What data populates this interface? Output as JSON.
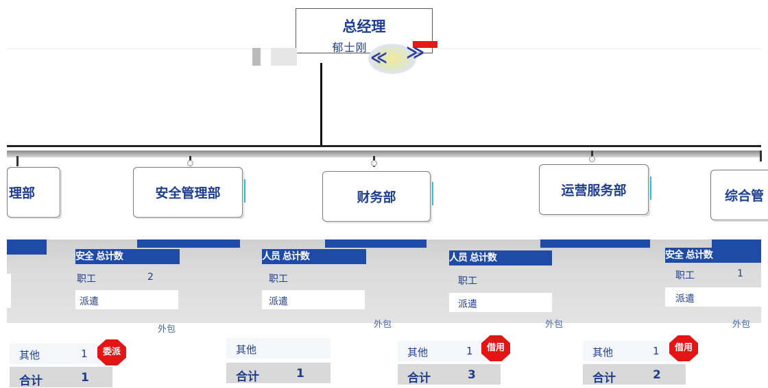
{
  "general_manager": {
    "title": "总经理",
    "subtitle": "郁士刚",
    "badge_glyph": "≫",
    "badge_glyph_left": "≪"
  },
  "departments": [
    {
      "name": "理部"
    },
    {
      "name": "安全管理部"
    },
    {
      "name": "财务部"
    },
    {
      "name": "运营服务部"
    },
    {
      "name": "综合管"
    }
  ],
  "band": {
    "staff_label": "职工",
    "dispatch_label": "派遣",
    "outsource_label": "外包",
    "columns": [
      {
        "staff_label": "职工",
        "staff_value": "2",
        "dispatch_label": "派遣",
        "blue_text": "安全   总计数"
      },
      {
        "staff_label": "职工",
        "staff_value": "",
        "dispatch_label": "派遣",
        "blue_text": "人员   总计数"
      },
      {
        "staff_label": "职工",
        "staff_value": "",
        "dispatch_label": "派遣",
        "blue_text": "人员   总计数"
      },
      {
        "staff_label": "职工",
        "staff_value": "1",
        "dispatch_label": "派遣",
        "blue_text": "安全   总计数"
      }
    ]
  },
  "cards": [
    {
      "other_label": "其他",
      "other_value": "1",
      "total_label": "合计",
      "total_value": "1",
      "badge": "委派"
    },
    {
      "other_label": "其他",
      "other_value": "",
      "total_label": "合计",
      "total_value": "1",
      "badge": ""
    },
    {
      "other_label": "其他",
      "other_value": "1",
      "total_label": "合计",
      "total_value": "3",
      "badge": "借用"
    },
    {
      "other_label": "其他",
      "other_value": "1",
      "total_label": "合计",
      "total_value": "2",
      "badge": "借用"
    }
  ],
  "colors": {
    "text_blue": "#1d3d8f",
    "strip_blue": "#1f4aa6",
    "badge_red": "#e31515",
    "tick_cyan": "#34bfd3"
  }
}
